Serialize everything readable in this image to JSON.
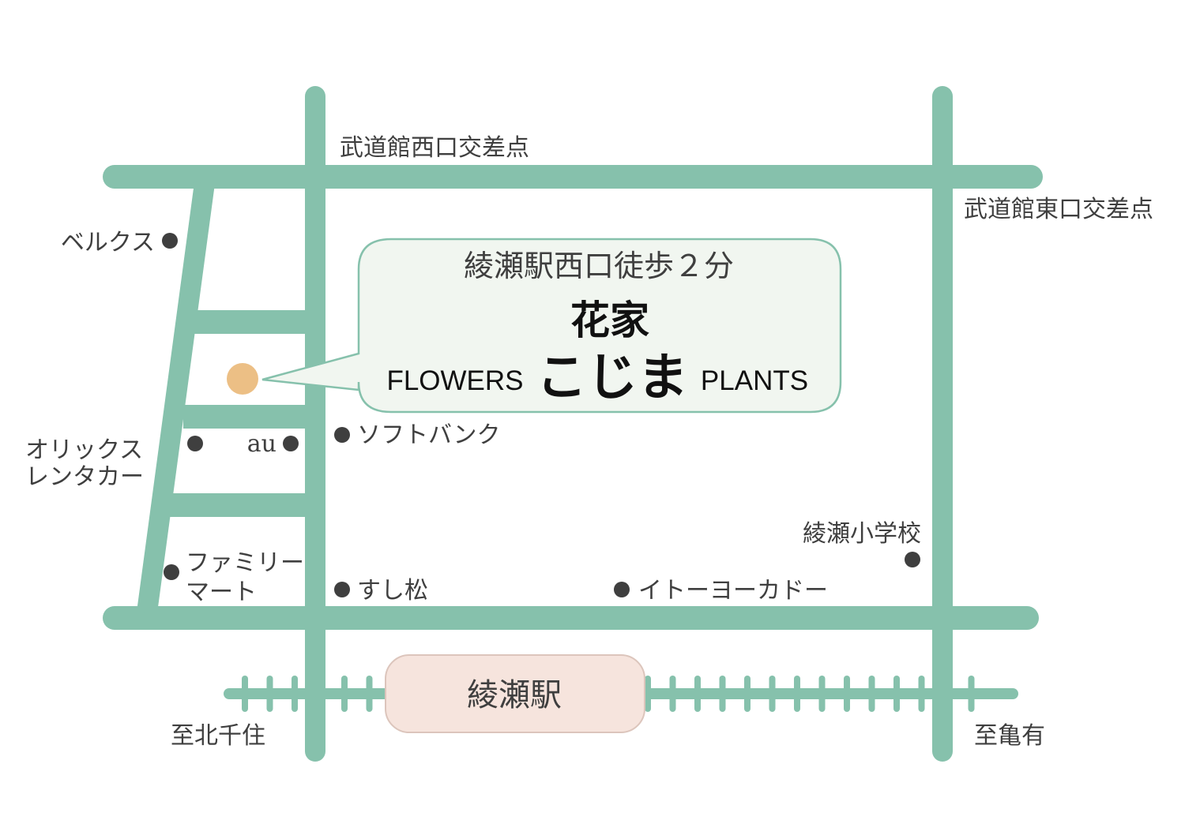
{
  "colors": {
    "road": "#86c1ac",
    "callout_fill": "#f1f6f0",
    "callout_stroke": "#86c1ac",
    "station_fill": "#f6e4dd",
    "station_stroke": "#dcc5bc",
    "shop_marker": "#ecbf85",
    "poi_marker": "#3f3f3f"
  },
  "callout": {
    "subtitle": "綾瀬駅西口徒歩２分",
    "name_top": "花家",
    "name_left": "FLOWERS",
    "name_main": "こじま",
    "name_right": "PLANTS"
  },
  "station": {
    "label": "綾瀬駅"
  },
  "intersections": {
    "west": "武道館西口交差点",
    "east": "武道館東口交差点"
  },
  "directions": {
    "west": "至北千住",
    "east": "至亀有"
  },
  "landmarks": {
    "belx": "ベルクス",
    "orix_line1": "オリックス",
    "orix_line2": "レンタカー",
    "au": "au",
    "softbank": "ソフトバンク",
    "familymart_line1": "ファミリー",
    "familymart_line2": "マート",
    "sushimatsu": "すし松",
    "ito_yokado": "イトーヨーカドー",
    "school": "綾瀬小学校"
  },
  "icons": {
    "shop": "shop-location-icon",
    "poi": "landmark-dot-icon"
  }
}
